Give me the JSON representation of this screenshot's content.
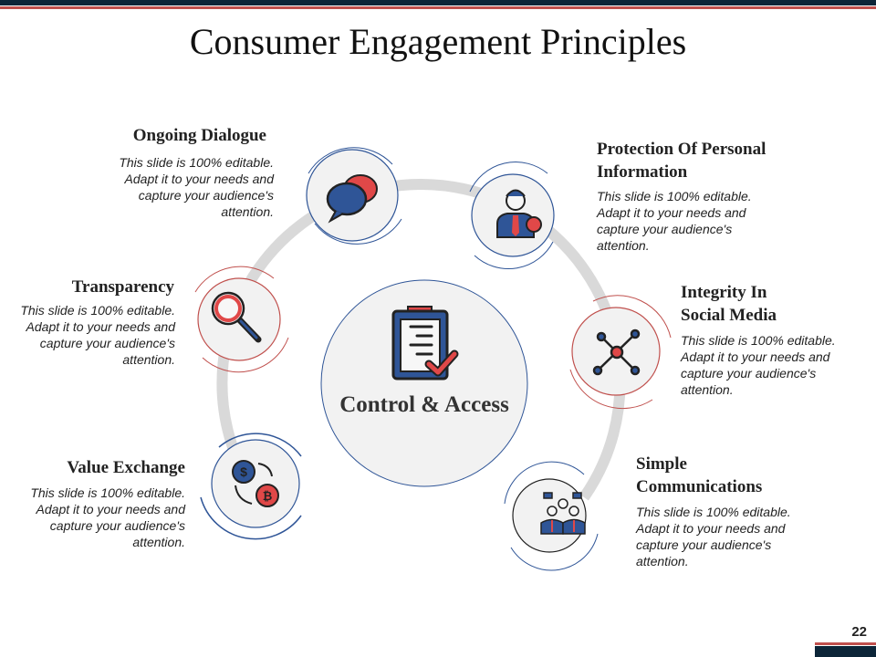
{
  "title": "Consumer Engagement Principles",
  "center": {
    "label": "Control & Access",
    "icon": "clipboard-check-icon"
  },
  "items": [
    {
      "heading": "Ongoing Dialogue",
      "text": "This slide is 100% editable. Adapt it to your needs and capture your audience's attention.",
      "icon": "speech-bubbles-icon"
    },
    {
      "heading": "Transparency",
      "text": "This slide is 100% editable. Adapt it to your needs and capture your audience's attention.",
      "icon": "magnifier-icon"
    },
    {
      "heading": "Value Exchange",
      "text": "This slide is 100% editable. Adapt it to your needs and capture your audience's attention.",
      "icon": "currency-exchange-icon"
    },
    {
      "heading": "Protection Of Personal Information",
      "text": "This slide is 100% editable. Adapt it to your needs and capture your audience's attention.",
      "icon": "person-info-icon"
    },
    {
      "heading": "Integrity In Social Media",
      "text": "This slide is 100% editable. Adapt it to your needs and capture your audience's attention.",
      "icon": "network-icon"
    },
    {
      "heading": "Simple Communications",
      "text": "This slide is 100% editable. Adapt it to your needs and capture your audience's attention.",
      "icon": "team-chat-icon"
    }
  ],
  "page_number": "22",
  "colors": {
    "navy": "#0c2538",
    "red": "#c0504d",
    "blue": "#2f5597",
    "icon_red": "#e04848"
  }
}
